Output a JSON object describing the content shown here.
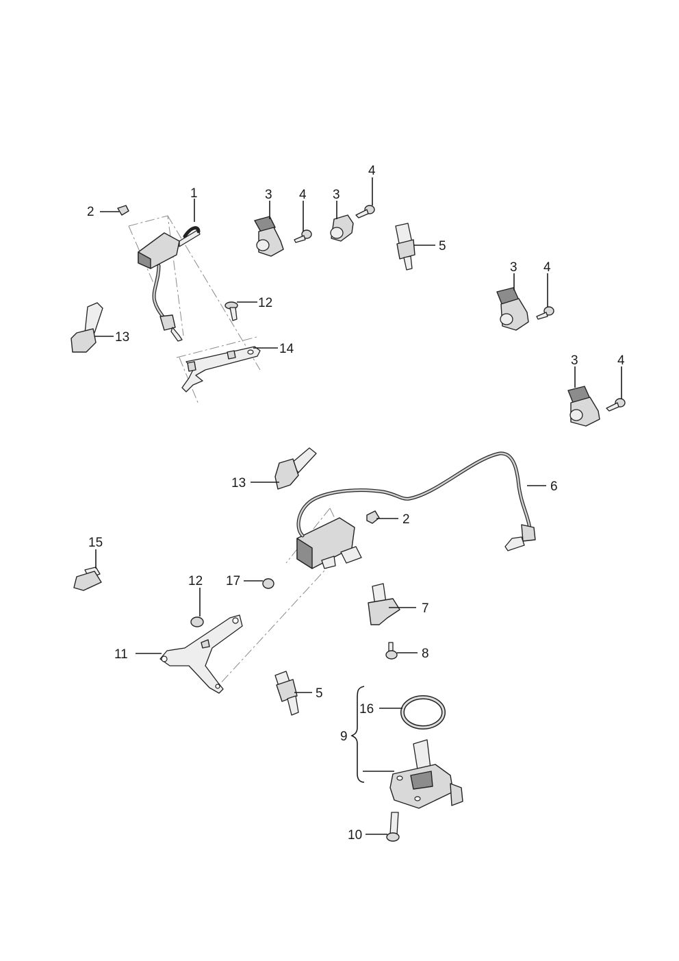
{
  "diagram": {
    "labels": {
      "l1": "1",
      "l2a": "2",
      "l2b": "2",
      "l3a": "3",
      "l3b": "3",
      "l3c": "3",
      "l3d": "3",
      "l4a": "4",
      "l4b": "4",
      "l4c": "4",
      "l4d": "4",
      "l5a": "5",
      "l5b": "5",
      "l6": "6",
      "l7": "7",
      "l8": "8",
      "l9": "9",
      "l10": "10",
      "l11": "11",
      "l12a": "12",
      "l12b": "12",
      "l13a": "13",
      "l13b": "13",
      "l14": "14",
      "l15": "15",
      "l16": "16",
      "l17": "17"
    }
  }
}
